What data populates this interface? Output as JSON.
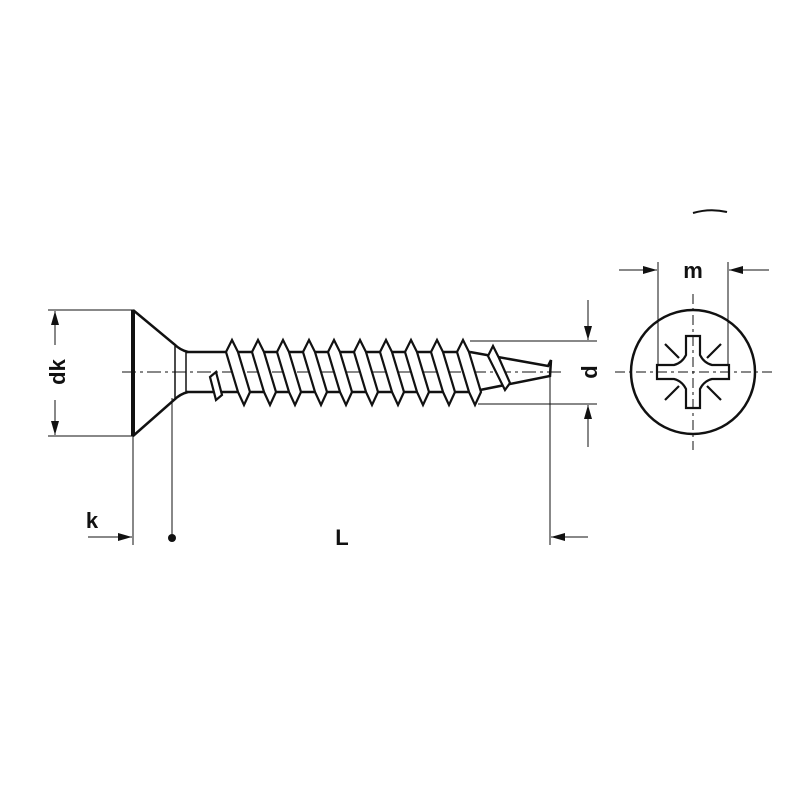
{
  "labels": {
    "head_diameter": "dk",
    "head_height": "k",
    "length": "L",
    "thread_diameter": "d",
    "recess_width": "m"
  },
  "colors": {
    "line": "#111111",
    "background": "#ffffff"
  },
  "drive_type_icon": "pozidriv-cross-icon"
}
